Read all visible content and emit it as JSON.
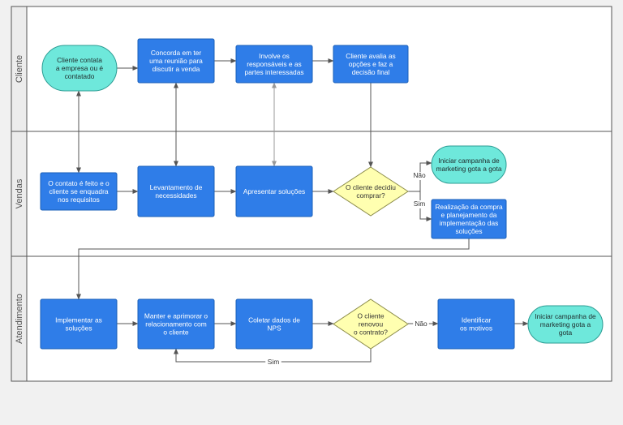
{
  "lanes": [
    {
      "id": "cliente",
      "label": "Cliente"
    },
    {
      "id": "vendas",
      "label": "Vendas"
    },
    {
      "id": "atendimento",
      "label": "Atendimento"
    }
  ],
  "nodes": [
    {
      "id": "cliente_contata",
      "shape": "terminal",
      "lines": [
        "Cliente contata",
        "a empresa ou é",
        "contatado"
      ]
    },
    {
      "id": "concorda_reuniao",
      "shape": "process",
      "lines": [
        "Concorda em ter",
        "uma reunião para",
        "discutir a venda"
      ]
    },
    {
      "id": "involve_responsaveis",
      "shape": "process",
      "lines": [
        "Involve os",
        "responsáveis e as",
        "partes interessadas"
      ]
    },
    {
      "id": "cliente_avalia",
      "shape": "process",
      "lines": [
        "Cliente avalia as",
        "opções e faz a",
        "decisão final"
      ]
    },
    {
      "id": "contato_feito",
      "shape": "process",
      "lines": [
        "O contato é feito e o",
        "cliente se enquadra",
        "nos requisitos"
      ]
    },
    {
      "id": "levantamento",
      "shape": "process",
      "lines": [
        "Levantamento de",
        "necessidades"
      ]
    },
    {
      "id": "apresentar_solucoes",
      "shape": "process",
      "lines": [
        "Apresentar soluções"
      ]
    },
    {
      "id": "decidiu_comprar",
      "shape": "decision",
      "lines": [
        "O cliente decidiu",
        "comprar?"
      ]
    },
    {
      "id": "campanha_vendas",
      "shape": "terminal",
      "lines": [
        "Iniciar campanha de",
        "marketing gota a gota"
      ]
    },
    {
      "id": "realizacao_compra",
      "shape": "process",
      "lines": [
        "Realização da compra",
        "e planejamento da",
        "implementação das",
        "soluções"
      ]
    },
    {
      "id": "implementar",
      "shape": "process",
      "lines": [
        "Implementar as",
        "soluções"
      ]
    },
    {
      "id": "manter_relacionamento",
      "shape": "process",
      "lines": [
        "Manter e aprimorar o",
        "relacionamento com",
        "o cliente"
      ]
    },
    {
      "id": "coletar_nps",
      "shape": "process",
      "lines": [
        "Coletar dados de",
        "NPS"
      ]
    },
    {
      "id": "renovou_contrato",
      "shape": "decision",
      "lines": [
        "O cliente",
        "renovou",
        "o contrato?"
      ]
    },
    {
      "id": "identificar_motivos",
      "shape": "process",
      "lines": [
        "Identificar",
        "os motivos"
      ]
    },
    {
      "id": "campanha_atendimento",
      "shape": "terminal",
      "lines": [
        "Iniciar campanha de",
        "marketing gota a",
        "gota"
      ]
    }
  ],
  "edges": [
    {
      "id": "e1",
      "label": ""
    },
    {
      "id": "e2",
      "label": ""
    },
    {
      "id": "e3",
      "label": ""
    },
    {
      "id": "e4",
      "label": ""
    },
    {
      "id": "e5",
      "label": ""
    },
    {
      "id": "e6",
      "label": ""
    },
    {
      "id": "e7",
      "label": ""
    },
    {
      "id": "e8",
      "label": ""
    },
    {
      "id": "e9",
      "label": ""
    },
    {
      "id": "e10",
      "label": ""
    },
    {
      "id": "e11",
      "label": "Não"
    },
    {
      "id": "e12",
      "label": "Sim"
    },
    {
      "id": "e13",
      "label": ""
    },
    {
      "id": "e14",
      "label": ""
    },
    {
      "id": "e15",
      "label": ""
    },
    {
      "id": "e16",
      "label": ""
    },
    {
      "id": "e17",
      "label": "Não"
    },
    {
      "id": "e18",
      "label": "Sim"
    },
    {
      "id": "e19",
      "label": ""
    }
  ],
  "colors": {
    "process_fill": "#2f7de8",
    "process_stroke": "#1a5fb8",
    "process_text": "#ffffff",
    "terminal_fill": "#6ee8db",
    "terminal_stroke": "#2c9c93",
    "terminal_text": "#1e2a2a",
    "decision_fill": "#ffffb0",
    "decision_stroke": "#8c8c4a",
    "decision_text": "#333333",
    "edge": "#555555",
    "edge_light": "#999999",
    "lane_border": "#555555"
  }
}
